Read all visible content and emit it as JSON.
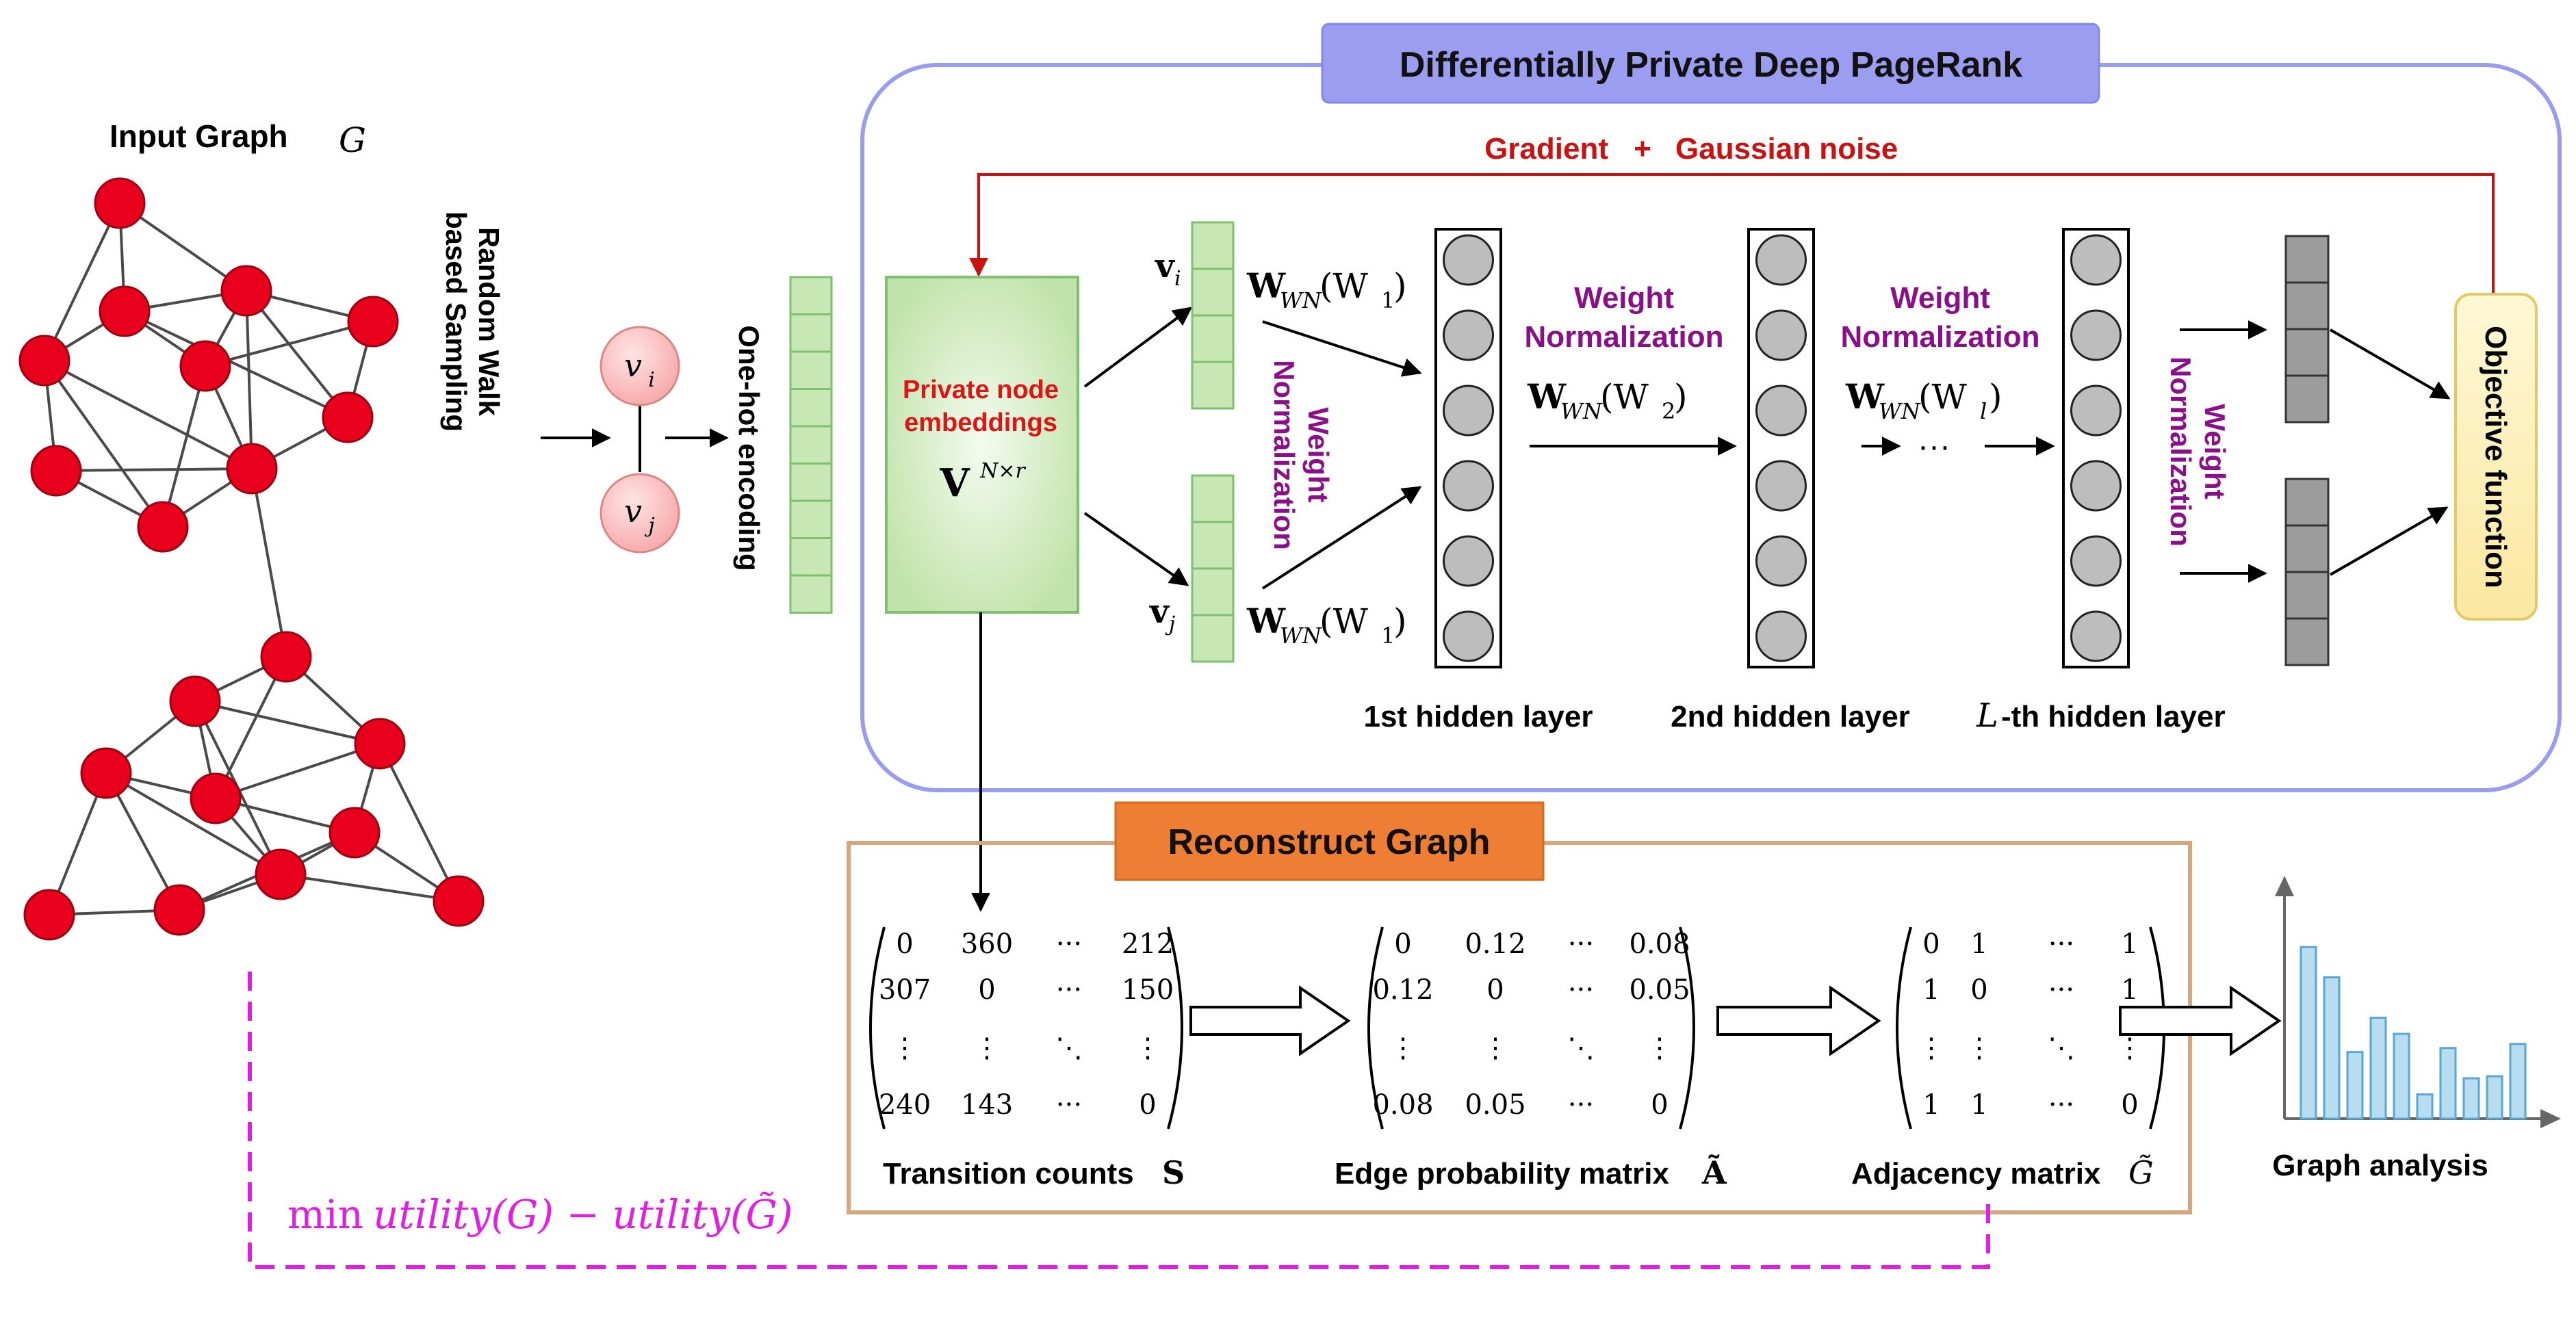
{
  "colors": {
    "node_red": "#e8001c",
    "panel_border": "#9a9cf0",
    "panel_title_bg": "#9b9ef0",
    "noise_red": "#cc1111",
    "purple": "#8a108a",
    "green_fill": "#c7e8b4",
    "green_border": "#7ec070",
    "orange_title_bg": "#ee7e33",
    "orange_border": "#d6a77f",
    "magenta": "#e21ee2",
    "bar_fill": "#b8dcf0",
    "bar_border": "#5aa6d4",
    "objective_fill": "#fdf1b8",
    "objective_border": "#e3c86a",
    "output_fill": "#9c9c9c"
  },
  "input_graph": {
    "label": "Input Graph",
    "symbol": "G"
  },
  "sampling": {
    "line1": "Random Walk",
    "line2": "based Sampling"
  },
  "vnodes": {
    "vi": "v",
    "vi_sub": "i",
    "vj": "v",
    "vj_sub": "j"
  },
  "onehot": {
    "label": "One-hot encoding"
  },
  "dpdp": {
    "title": "Differentially Private Deep PageRank",
    "noise_a": "Gradient",
    "noise_plus": "+",
    "noise_b": "Gaussian noise",
    "embed_line1": "Private node",
    "embed_line2": "embeddings",
    "embed_symbol": "V",
    "embed_sup": "N×r",
    "vec_i": "v",
    "vec_i_sub": "i",
    "vec_j": "v",
    "vec_j_sub": "j",
    "w1_top": {
      "W": "W",
      "sub": "WN",
      "arg": "(W",
      "argsub": "1",
      "close": ")"
    },
    "w1_bot": {
      "W": "W",
      "sub": "WN",
      "arg": "(W",
      "argsub": "1",
      "close": ")"
    },
    "w2": {
      "W": "W",
      "sub": "WN",
      "arg": "(W",
      "argsub": "2",
      "close": ")"
    },
    "wl": {
      "W": "W",
      "sub": "WN",
      "arg": "(W",
      "argsub": "l",
      "close": ")"
    },
    "ellipsis": "···",
    "wn_line1": "Weight",
    "wn_line2": "Normalization",
    "hidden1": "1st hidden layer",
    "hidden2": "2nd hidden layer",
    "hiddenL_sym": "L",
    "hiddenL_rest": "-th hidden layer",
    "objective": "Objective function"
  },
  "reconstruct": {
    "title": "Reconstruct Graph",
    "transition": {
      "label": "Transition counts",
      "sym": "S",
      "rows": [
        [
          "0",
          "360",
          "···",
          "212"
        ],
        [
          "307",
          "0",
          "···",
          "150"
        ],
        [
          "⋮",
          "⋮",
          "⋱",
          "⋮"
        ],
        [
          "240",
          "143",
          "···",
          "0"
        ]
      ]
    },
    "edgeprob": {
      "label": "Edge probability matrix",
      "sym": "Ã",
      "rows": [
        [
          "0",
          "0.12",
          "···",
          "0.08"
        ],
        [
          "0.12",
          "0",
          "···",
          "0.05"
        ],
        [
          "⋮",
          "⋮",
          "⋱",
          "⋮"
        ],
        [
          "0.08",
          "0.05",
          "···",
          "0"
        ]
      ]
    },
    "adjacency": {
      "label": "Adjacency matrix",
      "sym": "G̃",
      "rows": [
        [
          "0",
          "1",
          "···",
          "1"
        ],
        [
          "1",
          "0",
          "···",
          "1"
        ],
        [
          "⋮",
          "⋮",
          "⋱",
          "⋮"
        ],
        [
          "1",
          "1",
          "···",
          "0"
        ]
      ]
    }
  },
  "graph_analysis": {
    "label": "Graph analysis",
    "bar_levels": [
      0.85,
      0.7,
      0.33,
      0.5,
      0.42,
      0.12,
      0.35,
      0.2,
      0.21,
      0.37
    ]
  },
  "objective_min": {
    "min": "min",
    "text": "utility(G) − utility(G̃)"
  }
}
